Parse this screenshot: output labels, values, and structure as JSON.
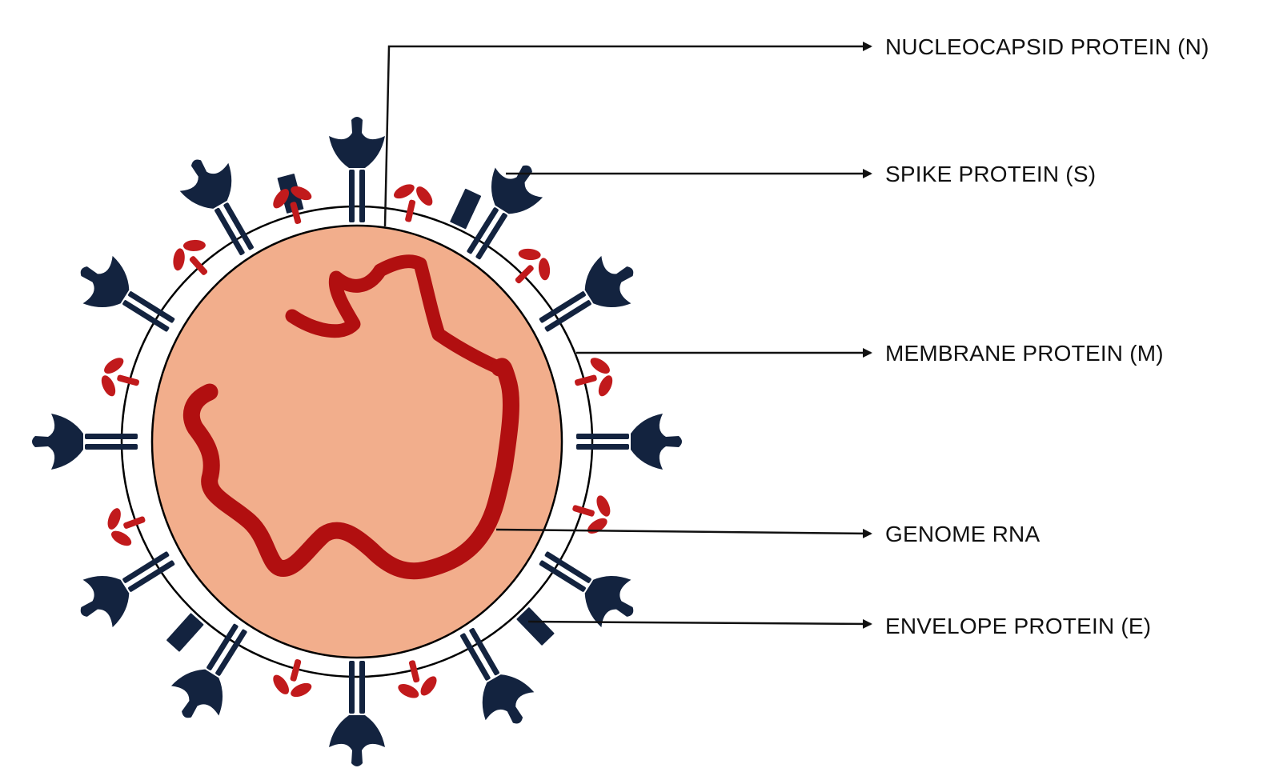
{
  "diagram": {
    "labels": {
      "nucleocapsid": "NUCLEOCAPSID PROTEIN (N)",
      "spike": "SPIKE PROTEIN (S)",
      "membrane": "MEMBRANE PROTEIN (M)",
      "genome": "GENOME RNA",
      "envelope": "ENVELOPE PROTEIN (E)"
    },
    "colors": {
      "capsid_fill": "#f2ae8c",
      "rna": "#b10f10",
      "spike": "#13233f",
      "membrane_protein": "#c11a1c",
      "outline": "#000000"
    },
    "icons": {
      "spike": "spike-protein-icon",
      "membrane": "membrane-protein-icon",
      "envelope": "envelope-protein-icon"
    }
  }
}
